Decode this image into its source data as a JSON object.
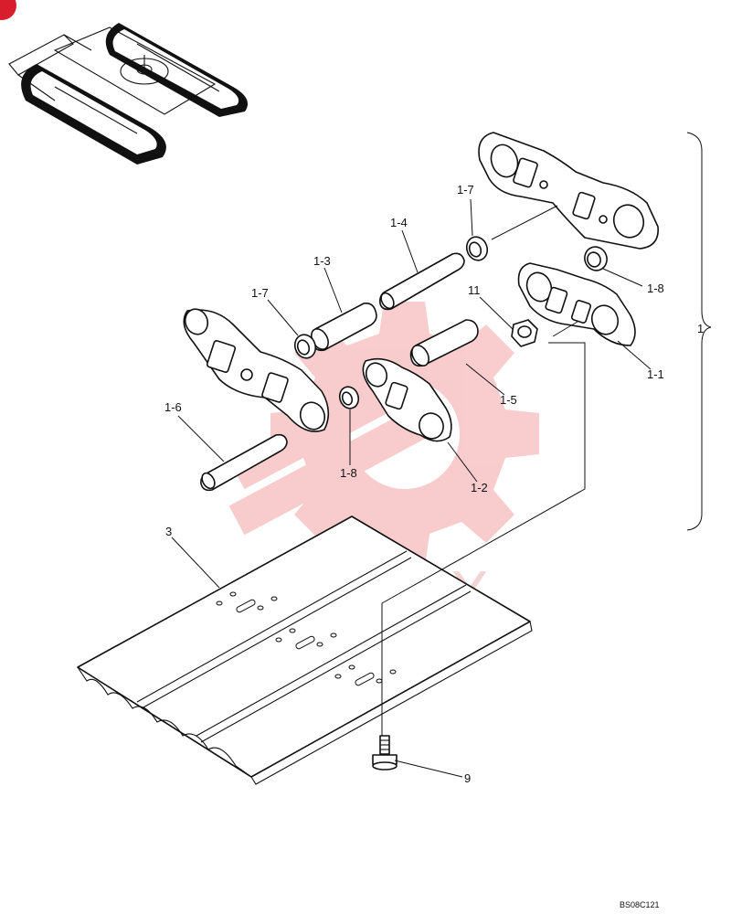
{
  "diagram": {
    "watermark_text": "ИНТЕХ",
    "colors": {
      "ink": "#111111",
      "watermark": "#f4a4a4",
      "badge": "#d81e2c"
    },
    "callouts": {
      "c1_1": "1-1",
      "c1_2": "1-2",
      "c1_3": "1-3",
      "c1_4": "1-4",
      "c1_5": "1-5",
      "c1_6": "1-6",
      "c1_7a": "1-7",
      "c1_7b": "1-7",
      "c1_8a": "1-8",
      "c1_8b": "1-8",
      "c11": "11",
      "c1": "1",
      "c3": "3",
      "c9": "9"
    },
    "drawing_code": "BS08C121"
  }
}
